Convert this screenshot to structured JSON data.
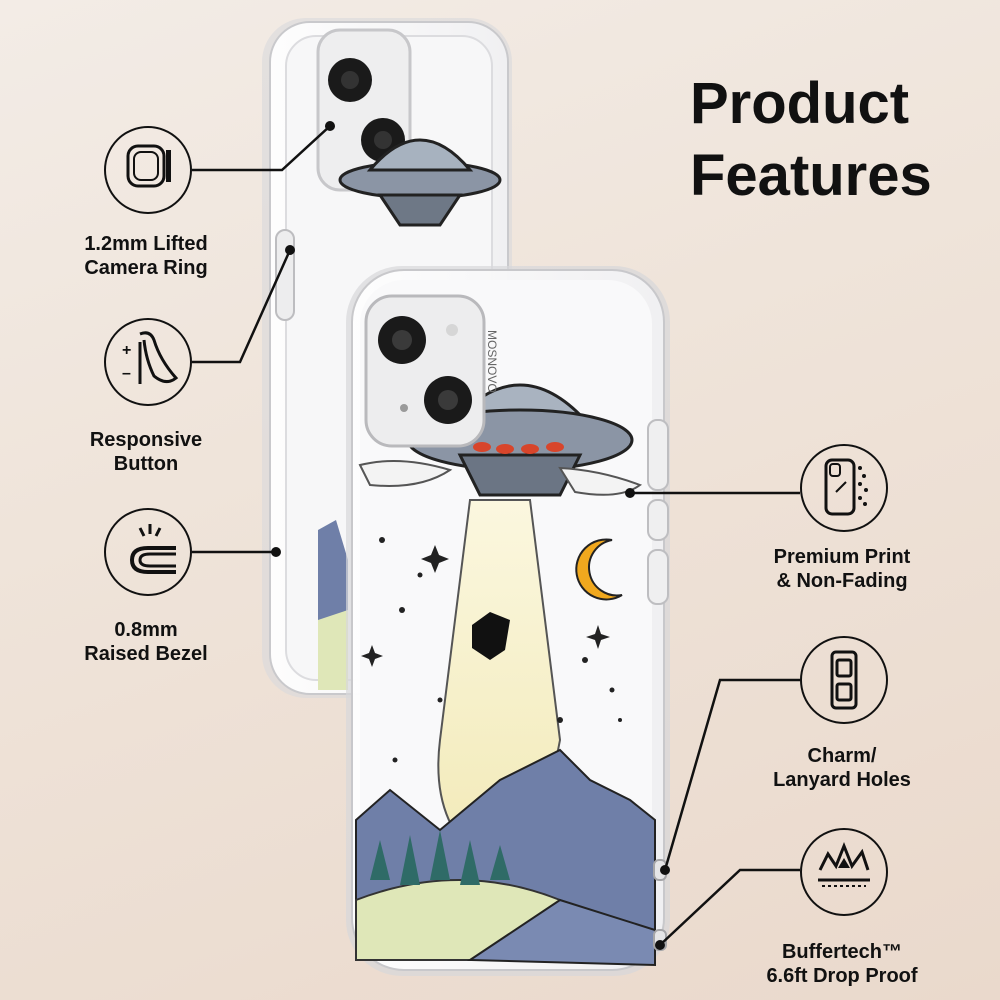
{
  "title": {
    "line1": "Product",
    "line2": "Features"
  },
  "features": [
    {
      "icon": "camera-ring-icon",
      "line1": "1.2mm Lifted",
      "line2": "Camera Ring"
    },
    {
      "icon": "button-icon",
      "line1": "Responsive",
      "line2": "Button"
    },
    {
      "icon": "bezel-icon",
      "line1": "0.8mm",
      "line2": "Raised Bezel"
    },
    {
      "icon": "print-icon",
      "line1": "Premium Print",
      "line2": "& Non-Fading"
    },
    {
      "icon": "lanyard-holes-icon",
      "line1": "Charm/",
      "line2": "Lanyard Holes"
    },
    {
      "icon": "drop-proof-icon",
      "line1": "Buffertech™",
      "line2": "6.6ft Drop Proof"
    }
  ],
  "brand_text": "MOSNOVO",
  "colors": {
    "background": "#efe4da",
    "text": "#111111",
    "moon": "#f0a81e",
    "mountain": "#6f7fa8",
    "grass": "#dfe7b8",
    "beam": "#f6f0c8"
  }
}
